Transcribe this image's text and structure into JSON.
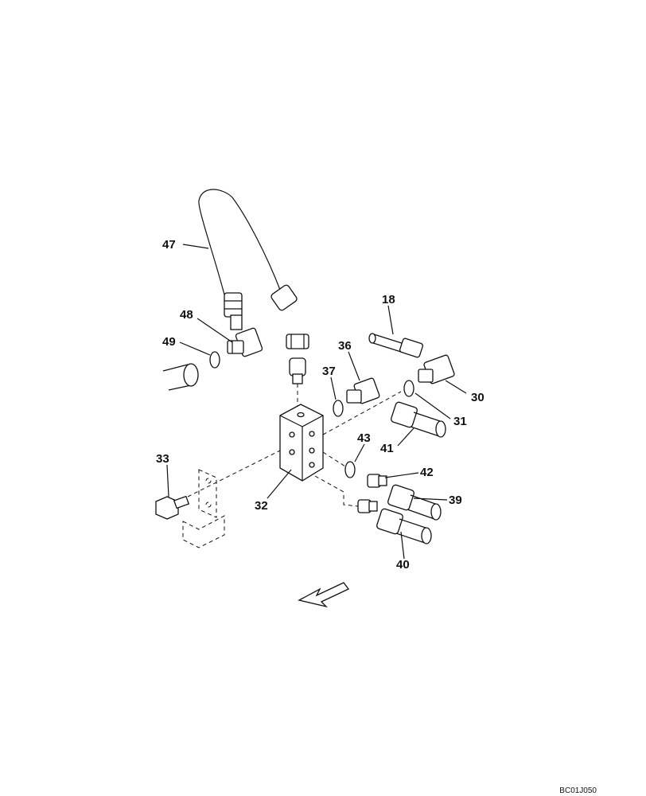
{
  "figure_id": "BC01J050",
  "callouts": {
    "c47": "47",
    "c48": "48",
    "c49": "49",
    "c18": "18",
    "c36": "36",
    "c37": "37",
    "c30": "30",
    "c31": "31",
    "c41": "41",
    "c43": "43",
    "c42": "42",
    "c39": "39",
    "c33": "33",
    "c32": "32",
    "c40": "40"
  }
}
